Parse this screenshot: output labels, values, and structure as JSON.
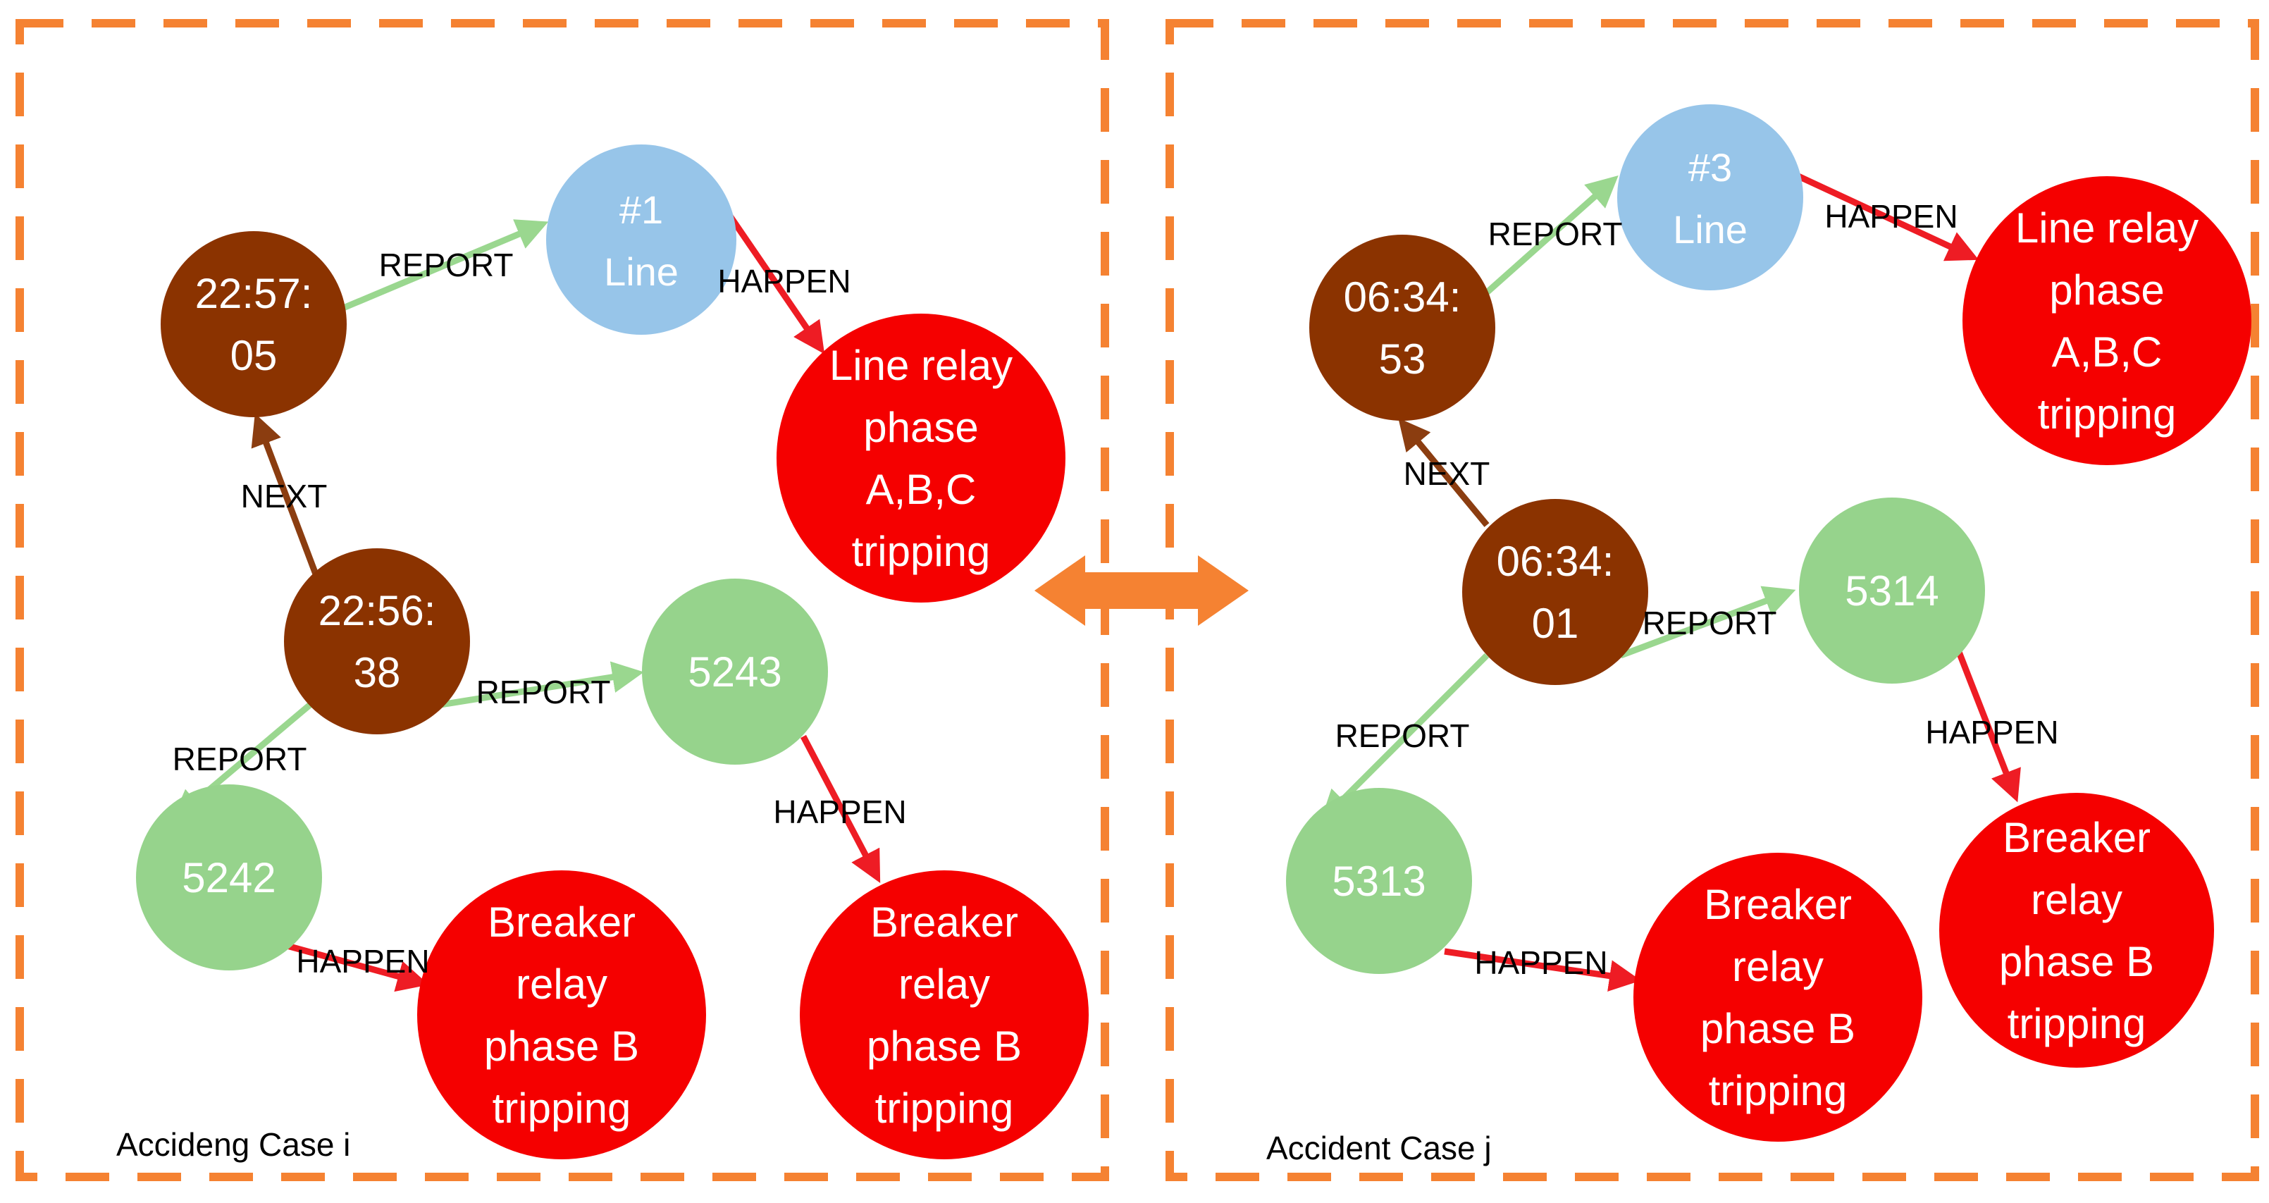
{
  "colors": {
    "frame": "#f58232",
    "time_node": "#8b3300",
    "line_node": "#97c5e9",
    "device_node": "#96d38c",
    "event_node": "#f50000",
    "next_edge": "#8b3d10",
    "report_edge": "#9ad78f",
    "happen_edge": "#ee1c24",
    "bidirectional_arrow": "#f58232"
  },
  "case_i": {
    "label": "Accideng Case i",
    "nodes": {
      "time_a": [
        "22:57:",
        "05"
      ],
      "time_b": [
        "22:56:",
        "38"
      ],
      "line": [
        "#1",
        "Line"
      ],
      "dev_a": [
        "5243"
      ],
      "dev_b": [
        "5242"
      ],
      "event_line": [
        "Line relay",
        "phase",
        "A,B,C",
        "tripping"
      ],
      "event_breaker_a": [
        "Breaker",
        "relay",
        "phase B",
        "tripping"
      ],
      "event_breaker_b": [
        "Breaker",
        "relay",
        "phase B",
        "tripping"
      ]
    },
    "edges": {
      "report_line": "REPORT",
      "happen_line": "HAPPEN",
      "next": "NEXT",
      "report_dev_a": "REPORT",
      "report_dev_b": "REPORT",
      "happen_dev_a": "HAPPEN",
      "happen_dev_b": "HAPPEN"
    }
  },
  "case_j": {
    "label": "Accident Case j",
    "nodes": {
      "time_a": [
        "06:34:",
        "53"
      ],
      "time_b": [
        "06:34:",
        "01"
      ],
      "line": [
        "#3",
        "Line"
      ],
      "dev_a": [
        "5314"
      ],
      "dev_b": [
        "5313"
      ],
      "event_line": [
        "Line relay",
        "phase",
        "A,B,C",
        "tripping"
      ],
      "event_breaker_a": [
        "Breaker",
        "relay",
        "phase B",
        "tripping"
      ],
      "event_breaker_b": [
        "Breaker",
        "relay",
        "phase B",
        "tripping"
      ]
    },
    "edges": {
      "report_line": "REPORT",
      "happen_line": "HAPPEN",
      "next": "NEXT",
      "report_dev_a": "REPORT",
      "report_dev_b": "REPORT",
      "happen_dev_a": "HAPPEN",
      "happen_dev_b": "HAPPEN"
    }
  }
}
